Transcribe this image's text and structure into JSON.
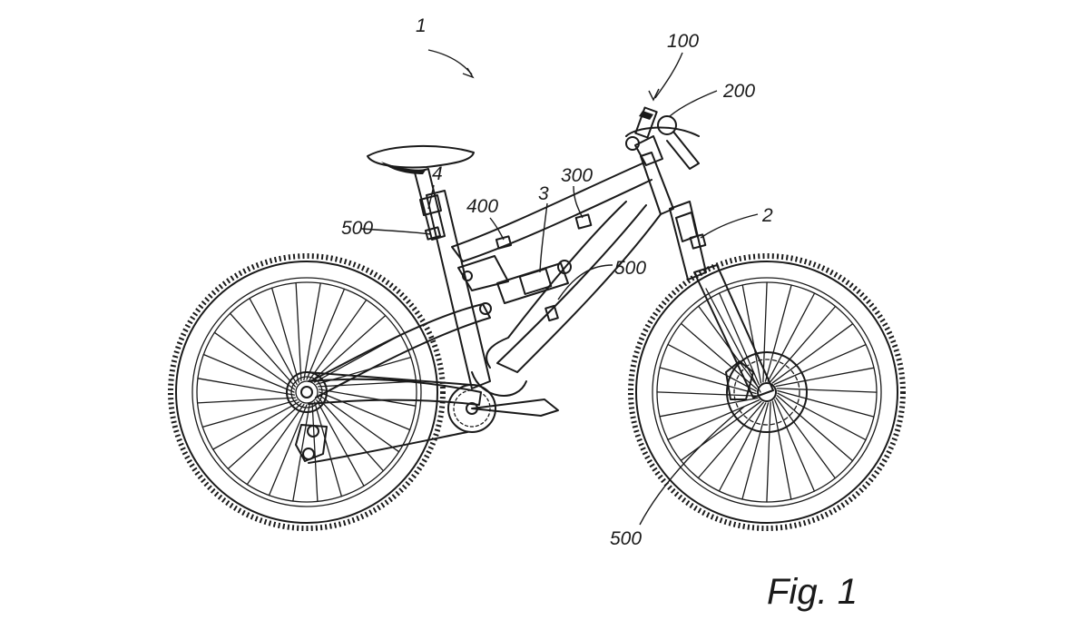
{
  "figure": {
    "caption": "Fig. 1",
    "refs": {
      "bicycle": "1",
      "handlebar_system": "100",
      "control_unit": "200",
      "frame_sensor": "300",
      "frame_module": "400",
      "seatpost_label": "4",
      "seatpost_sensor": "500",
      "shock_label": "3",
      "shock_sensor": "500",
      "fork_label": "2",
      "fork_sensor": "500"
    }
  }
}
